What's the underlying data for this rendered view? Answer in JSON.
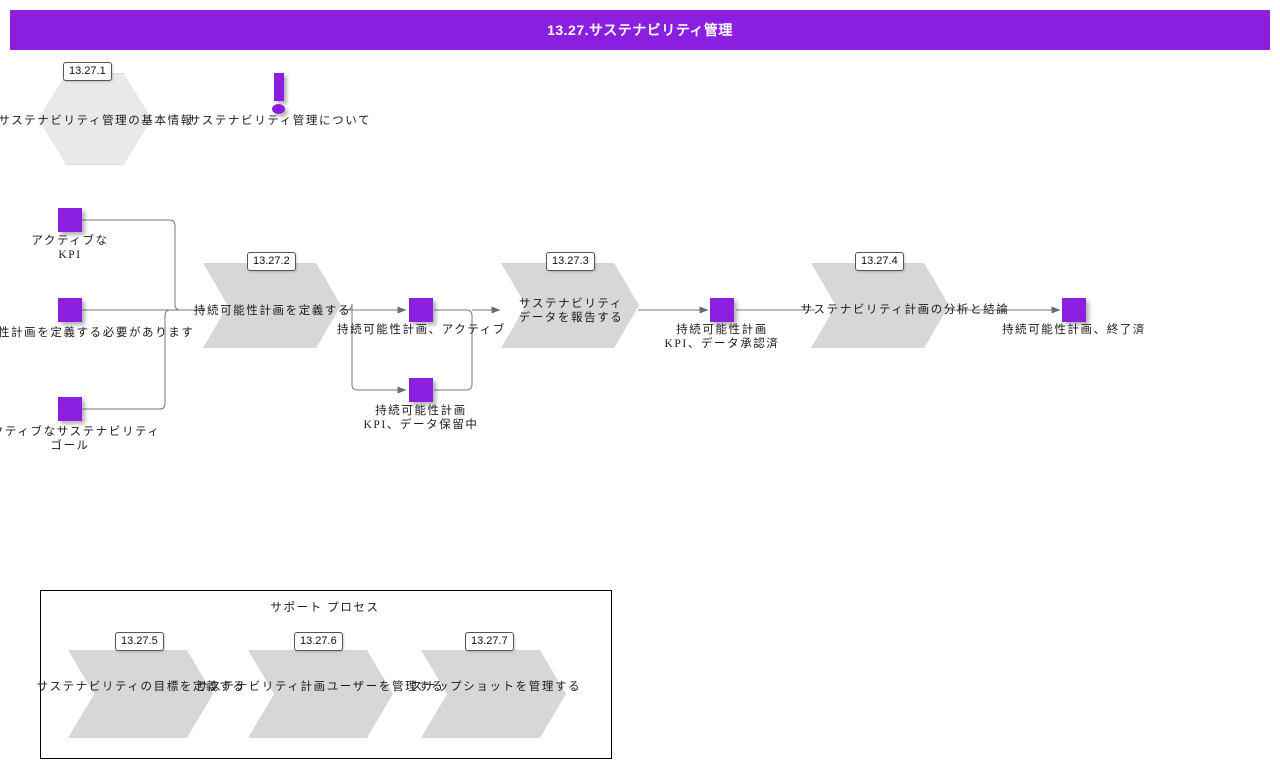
{
  "header": {
    "title": "13.27.サステナビリティ管理",
    "accent_color": "#8A1FE0"
  },
  "colors": {
    "accent_purple": "#8A1FE0",
    "chevron_gray": "#D7D7D7",
    "hexagon_gray": "#E9E9E9",
    "line_gray": "#7A7A7A",
    "text": "#1A1A1A",
    "badge_bg": "#FFFFFF"
  },
  "overview": {
    "hexagon": {
      "badge": "13.27.1",
      "label": "サステナビリティ管理の基本情報"
    },
    "info_icon": {
      "icon": "exclamation-icon",
      "label": "サステナビリティ管理について"
    }
  },
  "start_events": [
    {
      "label": "アクティブな\nKPI"
    },
    {
      "label": "持続可能性計画を定義する必要があります"
    },
    {
      "label": "アクティブなサステナビリティ\nゴール"
    }
  ],
  "process_steps": [
    {
      "badge": "13.27.2",
      "label": "持続可能性計画を定義する"
    },
    {
      "badge": "13.27.3",
      "label": "サステナビリティ\nデータを報告する"
    },
    {
      "badge": "13.27.4",
      "label": "サステナビリティ計画の分析と結論"
    }
  ],
  "intermediate_events": [
    {
      "label": "持続可能性計画、アクティブ"
    },
    {
      "label": "持続可能性計画\nKPI、データ保留中"
    },
    {
      "label": "持続可能性計画\nKPI、データ承認済"
    },
    {
      "label": "持続可能性計画、終了済"
    }
  ],
  "support_process": {
    "title": "サポート プロセス",
    "steps": [
      {
        "badge": "13.27.5",
        "label": "サステナビリティの目標を定義する"
      },
      {
        "badge": "13.27.6",
        "label": "サステナビリティ計画ユーザーを管理する"
      },
      {
        "badge": "13.27.7",
        "label": "スナップショットを管理する"
      }
    ]
  }
}
